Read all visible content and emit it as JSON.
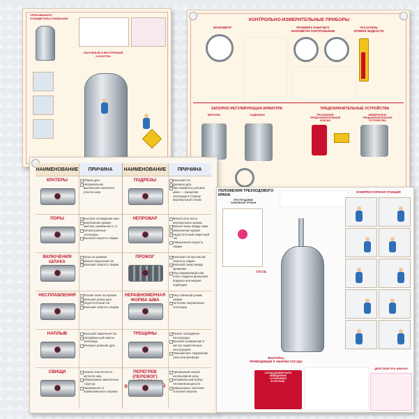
{
  "poster_a": {
    "title": "ТРЕБОВАНИЯ К\nОСВИДЕТЕЛЬСТВОВАНИЮ",
    "section": "НАРУЖНЫЙ И ВНУТРЕННИЙ\nОСМОТРЫ"
  },
  "poster_b": {
    "title": "КОНТРОЛЬНО-ИЗМЕРИТЕЛЬНЫЕ ПРИБОРЫ",
    "gauge_label": "МАНОМЕТР",
    "check_label": "ПРОВЕРКА РАБОЧЕГО\nМАНОМЕТРА КОНТРОЛЬНЫМ",
    "level_label": "УКАЗАТЕЛЬ\nУРОВНЯ ЖИДКОСТИ",
    "valves_title": "ЗАПОРНО-РЕГУЛИРУЮЩАЯ АРМАТУРА",
    "valve_left": "ВЕНТИЛЬ",
    "valve_right": "ЗАДВИЖКА",
    "safety_title": "ПРЕДОХРАНИТЕЛЬНЫЕ УСТРОЙСТВА",
    "safety_left": "ПРУЖИННЫЙ\nПРЕДОХРАНИТЕЛЬНЫЙ\nКЛАПАН",
    "safety_right": "МЕМБРАННОЕ\nПРЕДОХРАНИТЕЛЬНОЕ\nУСТРОЙСТВО"
  },
  "poster_c": {
    "col_name": "НАИМЕНОВАНИЕ",
    "col_cause": "ПРИЧИНА",
    "left": [
      {
        "name": "КРАТЕРЫ",
        "causes": [
          "Обрыв дуги",
          "Неправильное выполнение конечного участка шва"
        ]
      },
      {
        "name": "ПОРЫ",
        "causes": [
          "Быстрое охлаждение шва",
          "Загрязнение кромок маслом, ржавчиной и т.п.",
          "Непросушенные электроды",
          "Высокая скорость сварки"
        ]
      },
      {
        "name": "ВКЛЮЧЕНИЯ ШЛАКА",
        "causes": [
          "Грязь на кромках",
          "Малый сварочный ток",
          "Большая скорость сварки"
        ]
      },
      {
        "name": "НЕСПЛАВЛЕНИЯ",
        "causes": [
          "Плохая зачистка кромок",
          "Большая длина дуги",
          "Недостаточный ток",
          "Большая скорость сварки"
        ]
      },
      {
        "name": "НАПЛЫВ",
        "causes": [
          "Большой сварочный ток",
          "Неправильный наклон электрода",
          "Излишне длинная дуга"
        ]
      },
      {
        "name": "СВИЩИ",
        "causes": [
          "Низкая пластичность металла шва",
          "Образование закалочных структур",
          "Напряжения от неравномерного нагрева"
        ]
      }
    ],
    "right": [
      {
        "name": "ПОДРЕЗЫ",
        "causes": [
          "Большой ток",
          "Длинная дуга",
          "При поворотах узловых швах — смещение электрода в сторону вертикальной стенки"
        ]
      },
      {
        "name": "НЕПРОВАР",
        "causes": [
          "Малый угол скоса вертикальных кромок",
          "Малый зазор между ними",
          "Загрязнение кромок",
          "Недостаточный сварочный ток",
          "Завышенная скорость сварки"
        ]
      },
      {
        "name": "ПРОЖОГ",
        "causes": [
          "Большой ток при малой скорости сварки",
          "Большой зазор между кромками",
          "Под свариваемый шов плохо поджата флюсовая подушка или медная подкладка"
        ]
      },
      {
        "name": "НЕРАВНОМЕРНАЯ\nФОРМА ШВА",
        "causes": [
          "Неустойчивый режим сварки",
          "Неточное направление электрода"
        ]
      },
      {
        "name": "ТРЕЩИНЫ",
        "causes": [
          "Резкое охлаждение конструкции",
          "Высокие напряжения в жестко закрепленных конструкциях",
          "Повышенное содержание серы или фосфора"
        ]
      },
      {
        "name": "ПЕРЕГРЕВ (ПЕРЕЖОГ)\nМЕТАЛЛА\nВ ОКОЛОШОВНОЙ ЗОНЕ",
        "causes": [
          "Чрезмерный нагрев околошовной зоны",
          "Неправильный выбор тепловой мощности",
          "Завышенные значения погонной энергии"
        ]
      }
    ]
  },
  "poster_d": {
    "position_title": "ПОЛОЖЕНИЯ ТРЕХХОДОВОГО КРАНА",
    "position_sub": "ПРИ ПРОДУВКЕ\nСИФОННОЙ ТРУБКИ",
    "vessel_label": "СОСУД",
    "station_title": "КОМПРЕССОРНАЯ СТАНЦИЯ",
    "factors_title": "ФАКТОРЫ,\nПРИВОДЯЩИЕ К АВАРИИ СОСУДА",
    "actions_title": "ДЕЙСТВИЯ ПРИ АВАРИИ",
    "stop_title": "СОСУД ДОЛЖЕН БЫТЬ\nНЕМЕДЛЕННО\nОСТАНОВЛЕН\nВ СЛУЧАЯХ:"
  }
}
